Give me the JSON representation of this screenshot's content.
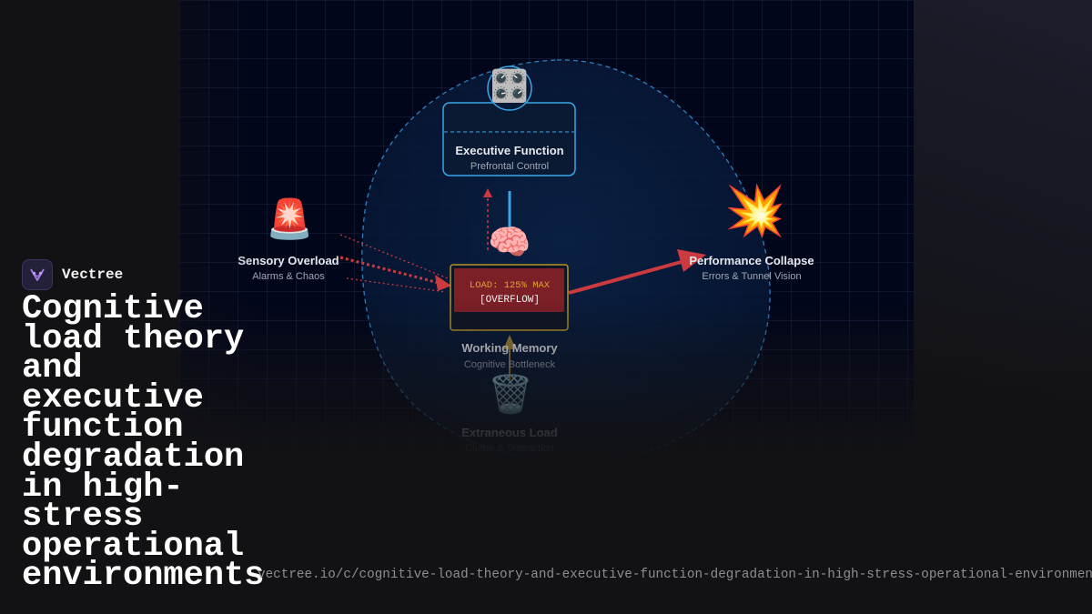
{
  "brand": {
    "name": "Vectree",
    "logo_icon": "vectree-logo-icon",
    "accent": "#a77ee6"
  },
  "article": {
    "title": "Cognitive load theory and executive function degradation in high-stress operational environments",
    "url": "vectree.io/c/cognitive-load-theory-and-executive-function-degradation-in-high-stress-operational-environments"
  },
  "diagram": {
    "nodes": {
      "executive": {
        "icon": "🎛️",
        "icon_name": "control-knobs-icon",
        "title": "Executive Function",
        "subtitle": "Prefrontal Control"
      },
      "sensory": {
        "icon": "🚨",
        "icon_name": "police-light-icon",
        "title": "Sensory Overload",
        "subtitle": "Alarms & Chaos"
      },
      "working_memory": {
        "icon": "🧠",
        "icon_name": "brain-icon",
        "title": "Working Memory",
        "subtitle": "Cognitive Bottleneck",
        "lcd_line1": "LOAD: 125% MAX",
        "lcd_line2": "[OVERFLOW]"
      },
      "collapse": {
        "icon": "💥",
        "icon_name": "explosion-icon",
        "title": "Performance Collapse",
        "subtitle": "Errors & Tunnel Vision"
      },
      "extraneous": {
        "icon": "🗑️",
        "icon_name": "trash-can-icon",
        "title": "Extraneous Load",
        "subtitle": "Clutter & Distraction"
      }
    },
    "colors": {
      "executive_border": "#3aa6e8",
      "memory_border": "#b39329",
      "lcd_bg": "#7c1f26",
      "lcd_text": "#e0a52c",
      "overload_arrow": "#cc3a3f",
      "blob_stroke": "#2e7fc0",
      "extraneous_arrow": "#a0813a"
    }
  }
}
